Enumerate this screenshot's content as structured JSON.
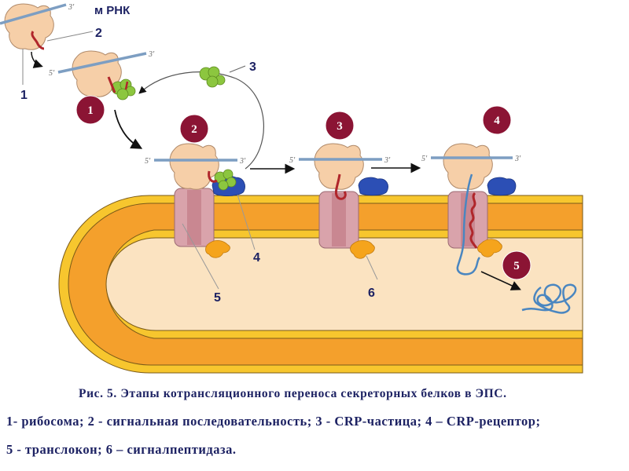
{
  "figure": {
    "caption": "Рис. 5. Этапы котрансляционного переноса секреторных белков в ЭПС.",
    "legend_line1": "1- рибосома; 2 - сигнальная последовательность; 3 - CRP-частица; 4 – CRP-рецептор;",
    "legend_line2": "5 - транслокон; 6 – сигналпептидаза."
  },
  "labels": {
    "mrna": "м РНК",
    "n1": "1",
    "n2": "2",
    "n3": "3",
    "n4": "4",
    "n5": "5",
    "n6": "6"
  },
  "steps": [
    "1",
    "2",
    "3",
    "4",
    "5"
  ],
  "ends": {
    "five": "5′",
    "three": "3′"
  },
  "colors": {
    "ribosome": "#f6cfa8",
    "mrna": "#7d9ec2",
    "signal": "#b0262b",
    "srp": "#8cc63f",
    "receptor": "#2c4fb5",
    "translocon": "#d9a3ab",
    "peptidase": "#f5a41c",
    "er_outer": "#f7c62e",
    "er_core": "#f4a02c",
    "lumen": "#fbe3c1",
    "step_badge": "#8b1434",
    "protein": "#4a86c0",
    "label_text": "#1d2263"
  }
}
